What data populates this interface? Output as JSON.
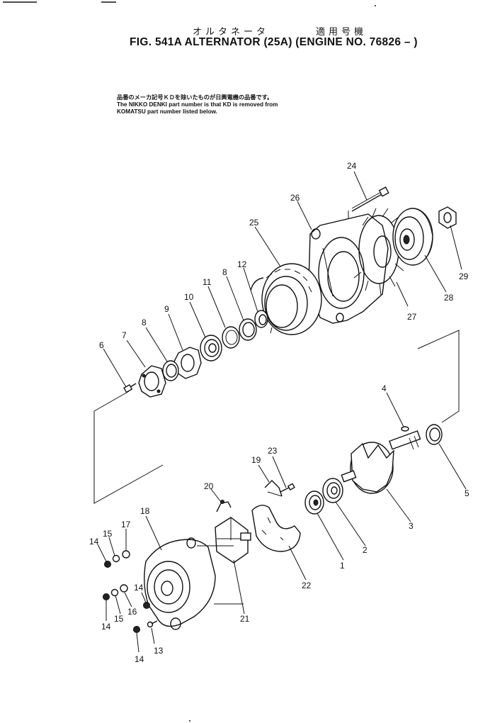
{
  "header": {
    "name_jp": "オルタネータ",
    "applicable_jp": "適用号機",
    "title": "FIG. 541A  ALTERNATOR (25A) (ENGINE NO. 76826 – )"
  },
  "notes": {
    "jp": "品番のメーカ記号ＫＤを除いたものが日興電機の品番です。",
    "en_line1": "The NIKKO DENKI part number is that KD is removed from",
    "en_line2": "KOMATSU part number listed below."
  },
  "callouts": {
    "c1": "1",
    "c2": "2",
    "c3": "3",
    "c4": "4",
    "c5": "5",
    "c6": "6",
    "c7": "7",
    "c8a": "8",
    "c8b": "8",
    "c9": "9",
    "c10": "10",
    "c11": "11",
    "c12": "12",
    "c13": "13",
    "c14a": "14",
    "c14b": "14",
    "c14c": "14",
    "c14d": "14",
    "c15a": "15",
    "c15b": "15",
    "c16": "16",
    "c17": "17",
    "c18": "18",
    "c19": "19",
    "c20": "20",
    "c21": "21",
    "c22": "22",
    "c23": "23",
    "c24": "24",
    "c25": "25",
    "c26": "26",
    "c27": "27",
    "c28": "28",
    "c29": "29"
  }
}
